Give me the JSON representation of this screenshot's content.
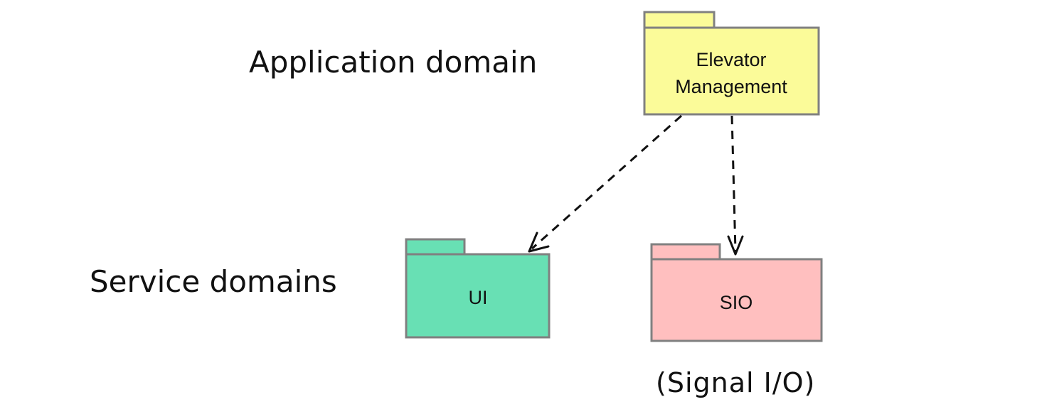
{
  "layers": {
    "application": "Application domain",
    "service": "Service domains"
  },
  "packages": {
    "elevator": {
      "line1": "Elevator",
      "line2": "Management",
      "fill": "#fbfb99"
    },
    "ui": {
      "label": "UI",
      "fill": "#68e0b4"
    },
    "sio": {
      "label": "SIO",
      "fill": "#ffbfbf"
    }
  },
  "annotations": {
    "sio_note": "(Signal I/O)"
  },
  "dependencies": [
    {
      "from": "Elevator Management",
      "to": "UI"
    },
    {
      "from": "Elevator Management",
      "to": "SIO"
    }
  ],
  "colors": {
    "outline": "#808080",
    "ink": "#111111"
  }
}
